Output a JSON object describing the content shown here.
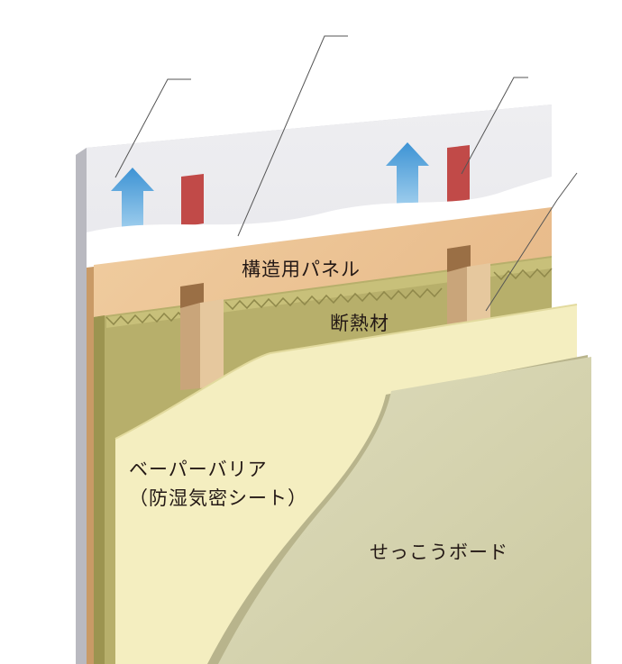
{
  "labels": {
    "structural_panel": "構造用パネル",
    "insulation": "断熱材",
    "vapor_barrier_line1": "ベーパーバリア",
    "vapor_barrier_line2": "（防湿気密シート）",
    "gypsum_board": "せっこうボード"
  },
  "colors": {
    "exterior_board": "#e6e6ea",
    "structural_panel": "#e9bd8c",
    "insulation": "#b6ae6a",
    "vapor_barrier": "#f4eec0",
    "gypsum_board": "#d6d4b0",
    "stud": "#e6c89e",
    "air_arrow": "#5aa9dc",
    "red_bar": "#c14a48",
    "leader_line": "#555555"
  },
  "icons": [
    "air-flow-arrow",
    "red-vent-bar"
  ]
}
